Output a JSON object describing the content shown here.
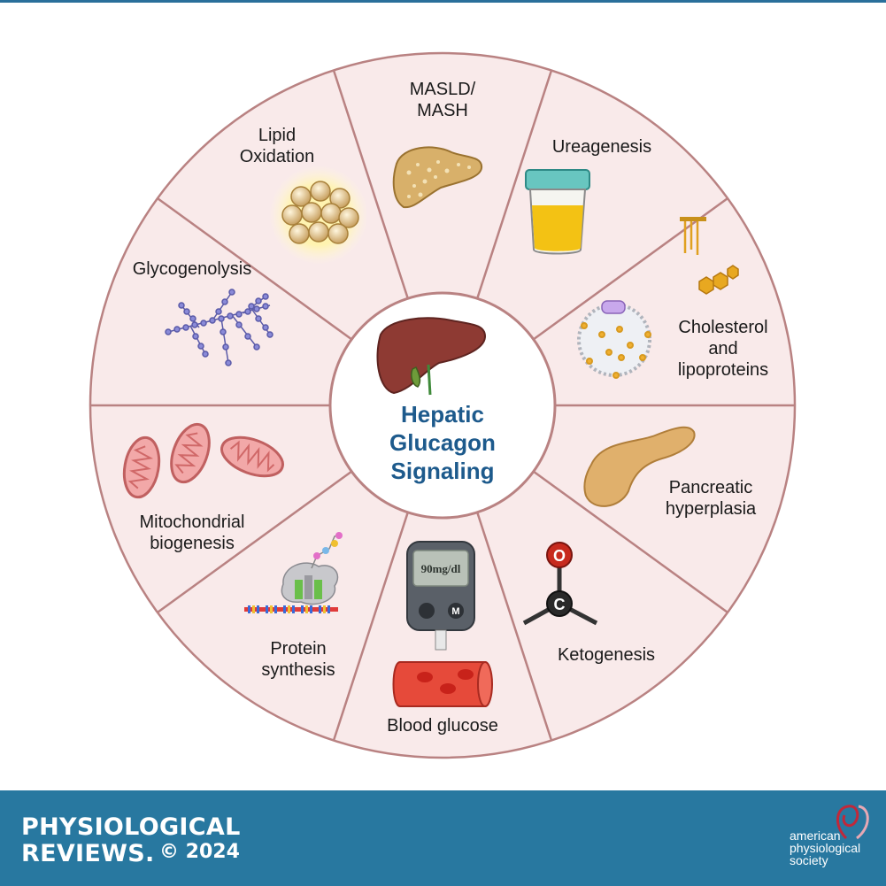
{
  "center": {
    "title_lines": [
      "Hepatic",
      "Glucagon",
      "Signaling"
    ]
  },
  "segments": [
    {
      "id": "masld",
      "lines": [
        "MASLD/",
        "MASH"
      ],
      "icon": "fatty-liver-icon"
    },
    {
      "id": "ureagenesis",
      "lines": [
        "Ureagenesis"
      ],
      "icon": "urine-cup-icon"
    },
    {
      "id": "cholesterol",
      "lines": [
        "Cholesterol",
        "and",
        "lipoproteins"
      ],
      "icon": "lipoprotein-icon"
    },
    {
      "id": "pancreatic",
      "lines": [
        "Pancreatic",
        "hyperplasia"
      ],
      "icon": "pancreas-icon"
    },
    {
      "id": "ketogenesis",
      "lines": [
        "Ketogenesis"
      ],
      "icon": "ketone-molecule-icon"
    },
    {
      "id": "blood_glucose",
      "lines": [
        "Blood glucose"
      ],
      "icon": "glucometer-icon",
      "meter_reading": "90mg/dl",
      "meter_button": "M"
    },
    {
      "id": "protein",
      "lines": [
        "Protein",
        "synthesis"
      ],
      "icon": "ribosome-icon"
    },
    {
      "id": "mito",
      "lines": [
        "Mitochondrial",
        "biogenesis"
      ],
      "icon": "mitochondria-icon"
    },
    {
      "id": "glycogenolysis",
      "lines": [
        "Glycogenolysis"
      ],
      "icon": "glycogen-icon"
    },
    {
      "id": "lipid",
      "lines": [
        "Lipid",
        "Oxidation"
      ],
      "icon": "lipid-droplet-icon"
    }
  ],
  "ketone_atoms": {
    "top": "O",
    "center": "C"
  },
  "footer": {
    "journal_lines": [
      "PHYSIOLOGICAL",
      "REVIEWS."
    ],
    "copyright": "© 2024",
    "society_lines": [
      "american",
      "physiological",
      "society"
    ]
  },
  "colors": {
    "segment_fill": "#f9eaea",
    "divider": "#b98282",
    "center_title": "#1d5a8c",
    "footer_bg": "#2878a0",
    "liver": "#8e3a33"
  }
}
